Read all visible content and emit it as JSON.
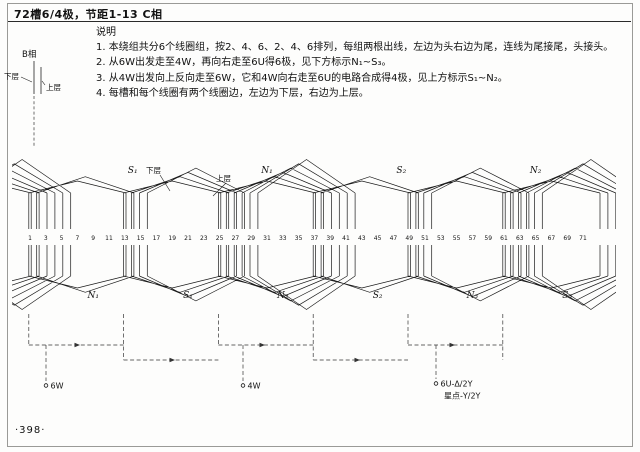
{
  "page": {
    "header": "72槽6/4极，节距1-13 C相",
    "page_number": "·398·"
  },
  "notes": {
    "title": "说明",
    "items": [
      "1.  本绕组共分6个线圈组，按2、4、6、2、4、6排列，每组两根出线，左边为头右边为尾，连线为尾接尾，头接头。",
      "2.  从6W出发走至4W，再向右走至6U得6极，见下方标示N₁~S₃。",
      "3.  从4W出发向上反向走至6W，它和4W向右走至6U的电路合成得4极，见上方标示S₁~N₂。",
      "4.  每槽和每个线圈有两个线圈边，左边为下层，右边为上层。"
    ]
  },
  "side_callout": {
    "phase": "B相",
    "lower": "下层",
    "upper": "上层"
  },
  "diagram": {
    "slots": 72,
    "pitch": "1-13",
    "groups": [
      2,
      4,
      6,
      2,
      4,
      6
    ],
    "slot_numbers": [
      1,
      3,
      5,
      7,
      9,
      11,
      13,
      15,
      17,
      19,
      21,
      23,
      25,
      27,
      29,
      31,
      33,
      35,
      37,
      39,
      41,
      43,
      45,
      47,
      49,
      51,
      53,
      55,
      57,
      59,
      61,
      63,
      65,
      67,
      69,
      71
    ],
    "layer_callout": {
      "lower": "下层",
      "upper": "上层"
    },
    "top_pole_labels": [
      {
        "label": "S₁",
        "slot": 14
      },
      {
        "label": "N₁",
        "slot": 31
      },
      {
        "label": "S₂",
        "slot": 48
      },
      {
        "label": "N₂",
        "slot": 65
      }
    ],
    "bottom_pole_labels": [
      {
        "label": "N₁",
        "slot": 9
      },
      {
        "label": "S₁",
        "slot": 21
      },
      {
        "label": "N₂",
        "slot": 33
      },
      {
        "label": "S₂",
        "slot": 45
      },
      {
        "label": "N₃",
        "slot": 57
      },
      {
        "label": "S₃",
        "slot": 69
      }
    ],
    "terminals": [
      {
        "label": "6W"
      },
      {
        "label": "4W"
      },
      {
        "label": "6U-Δ/2Y"
      }
    ],
    "star_label": "星点-Y/2Y"
  }
}
